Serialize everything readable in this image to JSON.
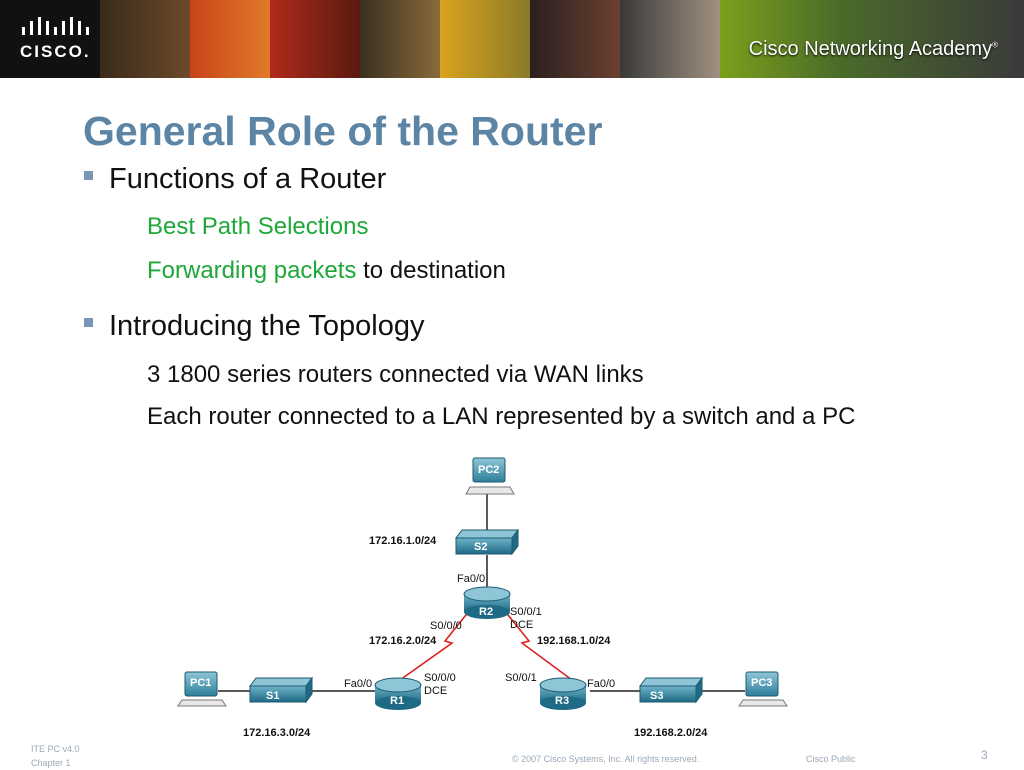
{
  "header": {
    "logo_text": "CISCO.",
    "academy_text": "Cisco Networking Academy",
    "academy_mark": "®"
  },
  "slide": {
    "title": "General Role of the Router",
    "bullets": [
      {
        "text": "Functions of a Router",
        "subs": [
          {
            "green": "Best Path Selections",
            "rest": ""
          },
          {
            "green": "Forwarding packets",
            "rest": " to destination"
          }
        ]
      },
      {
        "text": "Introducing the Topology",
        "subs": [
          {
            "green": "",
            "rest": "3 1800 series routers connected via WAN links"
          },
          {
            "green": "",
            "rest": "Each router connected to a LAN represented by a switch and a PC"
          }
        ]
      }
    ]
  },
  "topology": {
    "devices": {
      "pc1": "PC1",
      "pc2": "PC2",
      "pc3": "PC3",
      "s1": "S1",
      "s2": "S2",
      "s3": "S3",
      "r1": "R1",
      "r2": "R2",
      "r3": "R3"
    },
    "networks": {
      "net_s2": "172.16.1.0/24",
      "net_r1r2": "172.16.2.0/24",
      "net_r2r3": "192.168.1.0/24",
      "net_s1": "172.16.3.0/24",
      "net_s3": "192.168.2.0/24"
    },
    "interfaces": {
      "r2_fa": "Fa0/0",
      "r2_s000": "S0/0/0",
      "r2_s001": "S0/0/1",
      "r2_dce": "DCE",
      "r1_fa": "Fa0/0",
      "r1_s000": "S0/0/0",
      "r1_dce": "DCE",
      "r3_s001": "S0/0/1",
      "r3_fa": "Fa0/0"
    },
    "colors": {
      "wan_link": "#e02020",
      "device": "#2e7f9a"
    }
  },
  "footer": {
    "line1": "ITE PC v4.0",
    "line2": "Chapter 1",
    "copyright": "© 2007 Cisco Systems, Inc. All rights reserved.",
    "classification": "Cisco Public",
    "page": "3"
  }
}
